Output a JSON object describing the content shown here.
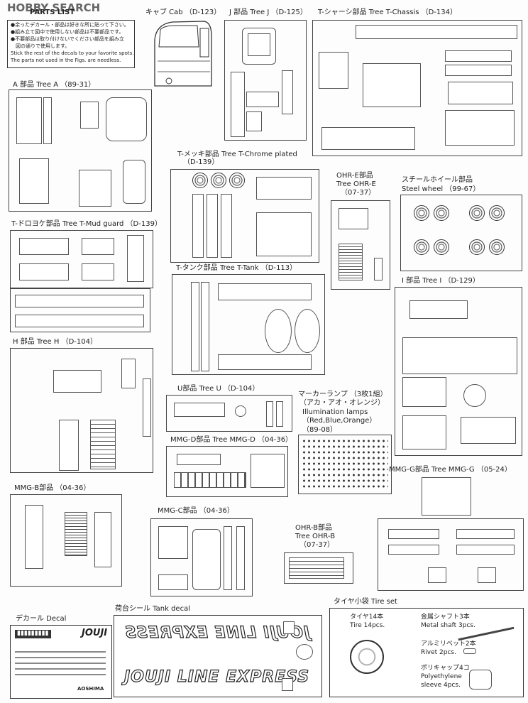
{
  "watermark": "HOBBY SEARCH",
  "parts_list": {
    "title": "PARTS LIST",
    "lines": [
      "●余ったデカール・部品は好きな所に貼って下さい。",
      "●組み立て図中で使用しない部品は不要部品です。",
      "●不要部品は取り付けないでください部品を組み立",
      "　図の通りで使用します。",
      "Stick the rest of the decals to your favorite spots.",
      "The parts not used in the Figs. are needless."
    ]
  },
  "trees": {
    "cab": "キャブ Cab （D-123）",
    "tree_j": "J 部品 Tree J （D-125）",
    "t_chassis": "T-シャーシ部品 Tree T-Chassis （D-134）",
    "tree_a": "A 部品 Tree A （89-31）",
    "t_chrome": "T-メッキ部品 Tree T-Chrome plated",
    "t_chrome_code": "（D-139）",
    "ohr_e_1": "OHR-E部品",
    "ohr_e_2": "Tree OHR-E",
    "ohr_e_3": "（07-37）",
    "steel_1": "スチールホイール部品",
    "steel_2": "Steel wheel （99-67）",
    "mud_guard": "T-ドロヨケ部品 Tree T-Mud guard （D-139）",
    "t_tank": "T-タンク部品 Tree T-Tank （D-113）",
    "tree_i": "I 部品 Tree I （D-129）",
    "tree_h": "H 部品 Tree H （D-104）",
    "tree_u": "U部品 Tree U （D-104）",
    "marker_1": "マーカーランプ （3枚1組）",
    "marker_2": "（アカ・アオ・オレンジ）",
    "marker_3": "Illumination lamps",
    "marker_4": "（Red,Blue,Orange）",
    "marker_5": "（89-08）",
    "mmg_d": "MMG-D部品 Tree MMG-D （04-36）",
    "mmg_g": "MMG-G部品 Tree MMG-G （05-24）",
    "mmg_b": "MMG-B部品 （04-36）",
    "mmg_c": "MMG-C部品 （04-36）",
    "ohr_b_1": "OHR-B部品",
    "ohr_b_2": "Tree OHR-B",
    "ohr_b_3": "（07-37）"
  },
  "decal": {
    "title": "デカール Decal",
    "logo": "JOUJI",
    "brand": "AOSHIMA"
  },
  "tank_decal": {
    "title": "荷台シール Tank decal",
    "text_top": "JOUJI LINE EXPRESS",
    "text_bottom": "JOUJI LINE EXPRESS"
  },
  "tire_set": {
    "title": "タイヤ小袋 Tire set",
    "tire_jp": "タイヤ14本",
    "tire_en": "Tire 14pcs.",
    "shaft_jp": "金属シャフト3本",
    "shaft_en": "Metal shaft 3pcs.",
    "rivet_jp": "アルミリベット2本",
    "rivet_en": "Rivet 2pcs.",
    "sleeve_jp": "ポリキャップ4コ",
    "sleeve_en1": "Polyethylene",
    "sleeve_en2": "sleeve 4pcs."
  }
}
